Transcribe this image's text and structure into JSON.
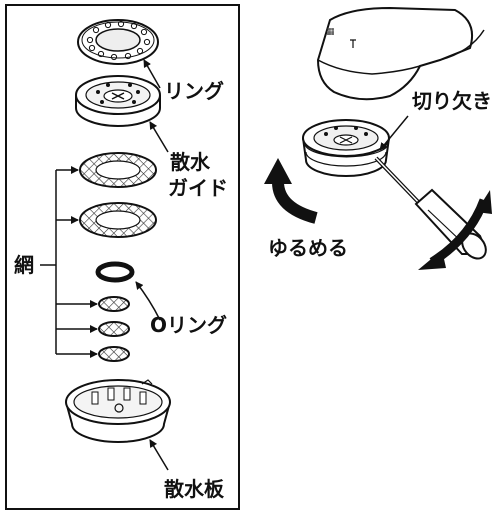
{
  "labels": {
    "ring": "リング",
    "spray_guide_line1": "散水",
    "spray_guide_line2": "ガイド",
    "mesh": "網",
    "o_ring": "Oリング",
    "spray_plate": "散水板",
    "notch": "切り欠き",
    "loosen": "ゆるめる"
  }
}
